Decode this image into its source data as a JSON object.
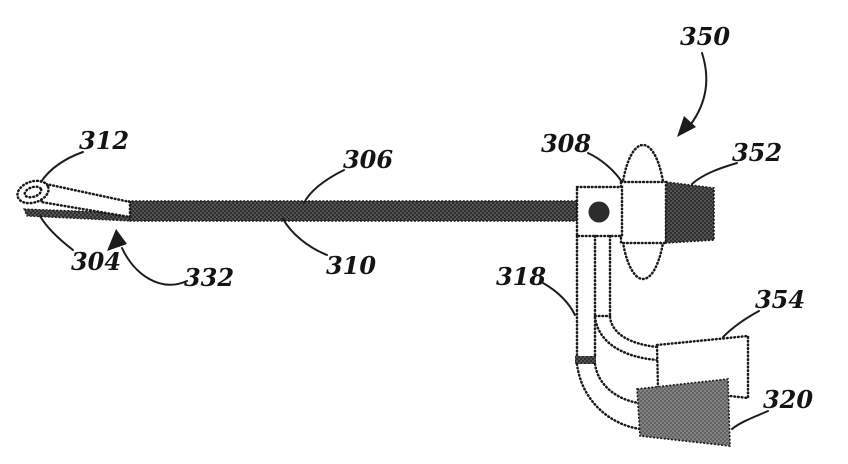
{
  "figure": {
    "kind": "patent-line-drawing",
    "background": "#ffffff",
    "line_color": "#1a1a1a",
    "fill_dark": "#333333",
    "fill_medium": "#7a7a7a",
    "labels": [
      {
        "text": "312",
        "part": "loop-tip"
      },
      {
        "text": "304",
        "part": "lower-wire"
      },
      {
        "text": "332",
        "part": "tip-junction-arrow"
      },
      {
        "text": "306",
        "part": "shaft-top"
      },
      {
        "text": "310",
        "part": "shaft-bottom"
      },
      {
        "text": "308",
        "part": "hub-block"
      },
      {
        "text": "350",
        "part": "balloon-arrow"
      },
      {
        "text": "352",
        "part": "dark-end-block"
      },
      {
        "text": "318",
        "part": "outer-tube"
      },
      {
        "text": "354",
        "part": "upper-plate"
      },
      {
        "text": "320",
        "part": "lower-plate"
      }
    ]
  }
}
